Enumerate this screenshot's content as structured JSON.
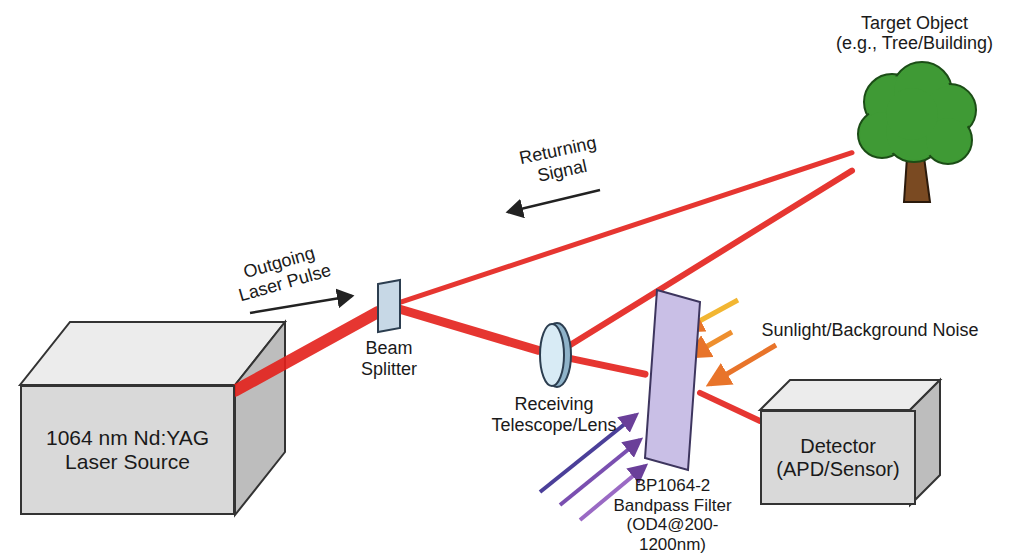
{
  "diagram": {
    "nodes": [
      {
        "text": [
          "Target Object",
          "(e.g., Tree/Building)"
        ]
      },
      {
        "text": [
          "1064 nm Nd:YAG Laser Source"
        ]
      },
      {
        "text": [
          "Beam Splitter"
        ]
      },
      {
        "text": [
          "Receiving Telescope/Lens"
        ]
      },
      {
        "text": [
          "BP1064-2 Bandpass Filter",
          "(OD4@200-1200nm)"
        ]
      },
      {
        "text": [
          "Detector",
          "(APD/Sensor)"
        ]
      }
    ],
    "edges": [
      {
        "from": 1,
        "to": 2,
        "arrow": "none"
      },
      {
        "from": 2,
        "to": 0,
        "arrow": "none"
      },
      {
        "from": 0,
        "to": 3,
        "arrow": "none"
      },
      {
        "from": 2,
        "to": 3,
        "arrow": "none"
      },
      {
        "from": 3,
        "to": 4,
        "arrow": "none"
      },
      {
        "from": 4,
        "to": 5,
        "arrow": "none"
      }
    ],
    "labels": [
      "Outgoing Laser Pulse",
      "Returning Signal",
      "Sunlight/Background Noise"
    ]
  }
}
